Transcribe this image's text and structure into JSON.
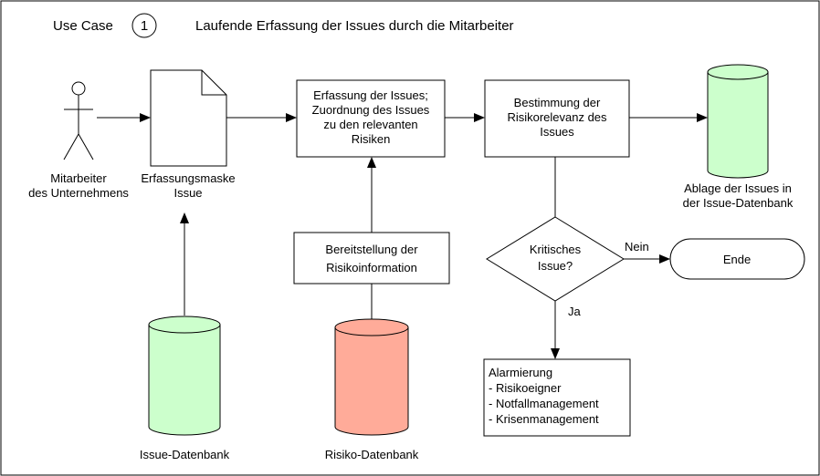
{
  "header": {
    "use_case_label": "Use Case",
    "use_case_number": "1",
    "title": "Laufende Erfassung der Issues durch die Mitarbeiter"
  },
  "actor": {
    "label_line1": "Mitarbeiter",
    "label_line2": "des Unternehmens"
  },
  "form": {
    "label_line1": "Erfassungsmaske",
    "label_line2": "Issue"
  },
  "process_capture": {
    "line1": "Erfassung der Issues;",
    "line2": "Zuordnung des Issues",
    "line3": "zu den relevanten",
    "line4": "Risiken"
  },
  "process_relevance": {
    "line1": "Bestimmung der",
    "line2": "Risikorelevanz des",
    "line3": "Issues"
  },
  "storage": {
    "label_line1": "Ablage der Issues in",
    "label_line2": "der Issue-Datenbank"
  },
  "process_provision": {
    "line1": "Bereitstellung der",
    "line2": "Risikoinformation"
  },
  "decision": {
    "line1": "Kritisches",
    "line2": "Issue?",
    "yes": "Ja",
    "no": "Nein"
  },
  "end": {
    "label": "Ende"
  },
  "alarm": {
    "title": "Alarmierung",
    "items": [
      "- Risikoeigner",
      "- Notfallmanagement",
      "- Krisenmanagement"
    ]
  },
  "db_issue": {
    "label": "Issue-Datenbank"
  },
  "db_risk": {
    "label": "Risiko-Datenbank"
  },
  "colors": {
    "db_green": "#ccffcc",
    "db_red": "#ffab99",
    "stroke": "#000000"
  }
}
